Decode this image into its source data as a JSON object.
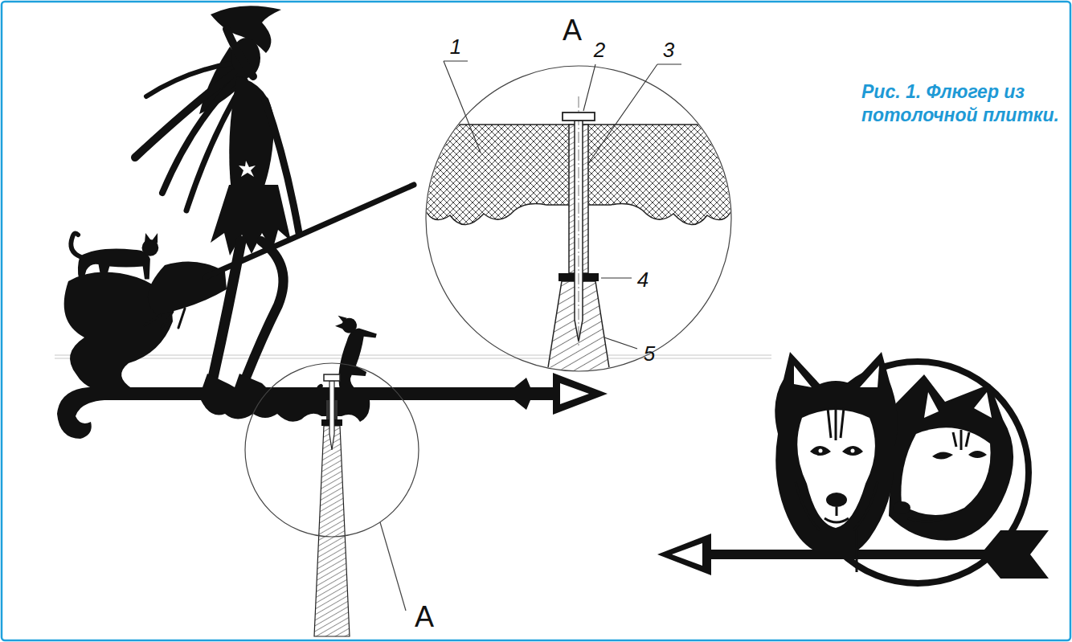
{
  "diagram": {
    "caption": "Рис. 1. Флюгер из потолочной плитки.",
    "labels": [
      "A",
      "1",
      "2",
      "3",
      "4",
      "5",
      "A"
    ]
  }
}
